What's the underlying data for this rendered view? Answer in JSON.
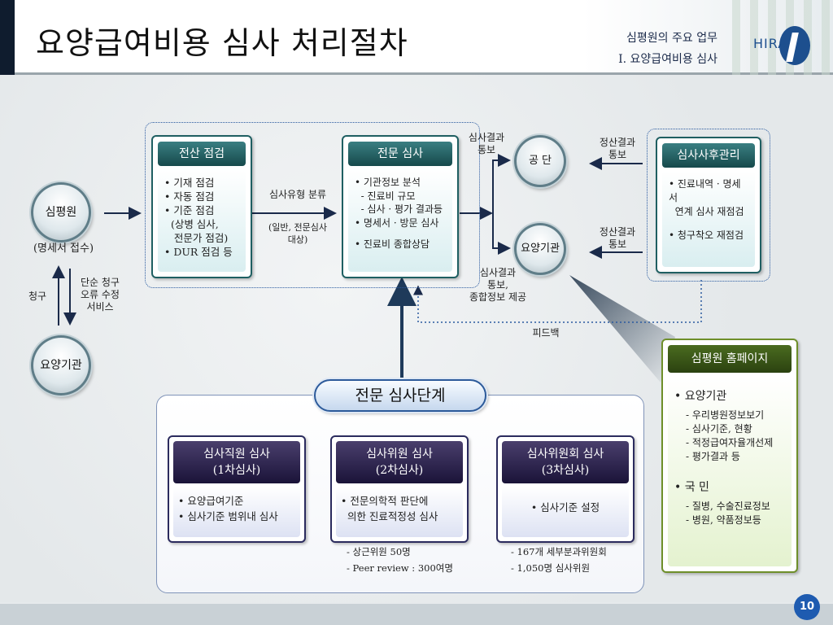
{
  "header": {
    "title": "요양급여비용 심사 처리절차",
    "subtitle_1": "심평원의 주요 업무",
    "subtitle_2": "Ⅰ. 요양급여비용 심사",
    "logo_text": "HIRA"
  },
  "entities": {
    "hira": "심평원",
    "receipt_label": "(명세서 접수)",
    "institution": "요양기관",
    "nhis": "공 단",
    "institution_right": "요양기관"
  },
  "flow_labels": {
    "claim": "청구",
    "simple_fix": [
      "단순 청구",
      "오류 수정",
      "서비스"
    ],
    "review_type": "심사유형 분류",
    "review_type_note": [
      "(일반, 전문심사",
      "대상)"
    ],
    "result_notice_top": [
      "심사결과",
      "통보"
    ],
    "settle_top": [
      "정산결과",
      "통보"
    ],
    "settle_mid": [
      "정산결과",
      "통보"
    ],
    "result_notice_bottom": [
      "심사결과",
      "통보,",
      "종합정보 제공"
    ],
    "feedback": "피드백"
  },
  "boxes": {
    "computer_check": {
      "title": "전산 점검",
      "items": [
        "• 기재 점검",
        "• 자동 점검",
        "• 기준 점검",
        "  (상병 심사,",
        "   전문가 점검)",
        "• DUR 점검 등"
      ]
    },
    "expert_review": {
      "title": "전문 심사",
      "items": [
        "• 기관정보 분석",
        "  - 진료비 규모",
        "  - 심사 · 평가 결과등",
        "• 명세서 · 방문 심사",
        "",
        "• 진료비 종합상담"
      ]
    },
    "post_review": {
      "title": "심사사후관리",
      "items": [
        "• 진료내역 · 명세서",
        "  연계 심사 재점검",
        "",
        "• 청구착오 재점검"
      ]
    }
  },
  "homepage": {
    "title": "심평원 홈페이지",
    "groups": [
      {
        "label": "• 요양기관",
        "items": [
          "- 우리병원정보보기",
          "- 심사기준, 현황",
          "- 적정급여자율개선제",
          "- 평가결과 등"
        ]
      },
      {
        "label": "• 국 민",
        "items": [
          "- 질병, 수술진료정보",
          "- 병원, 약품정보등"
        ]
      }
    ]
  },
  "stage": {
    "title": "전문 심사단계",
    "steps": [
      {
        "title_1": "심사직원 심사",
        "title_2": "(1차심사)",
        "items": [
          "• 요양급여기준",
          "• 심사기준 범위내 심사"
        ]
      },
      {
        "title_1": "심사위원 심사",
        "title_2": "(2차심사)",
        "items": [
          "• 전문의학적 판단에",
          "  의한 진료적정성 심사"
        ]
      },
      {
        "title_1": "심사위원회 심사",
        "title_2": "(3차심사)",
        "items": [
          "• 심사기준 설정"
        ]
      }
    ],
    "notes_2": [
      "- 상근위원 50명",
      "- Peer review : 300여명"
    ],
    "notes_3": [
      "- 167개 세부분과위원회",
      "- 1,050명 심사위원"
    ]
  },
  "page_number": "10",
  "colors": {
    "teal_box": "#1f5f62",
    "green_box": "#6e8f2a",
    "purple_box": "#2b2b5e",
    "arrow": "#1a2a4a",
    "page_badge": "#1e5bb0"
  }
}
